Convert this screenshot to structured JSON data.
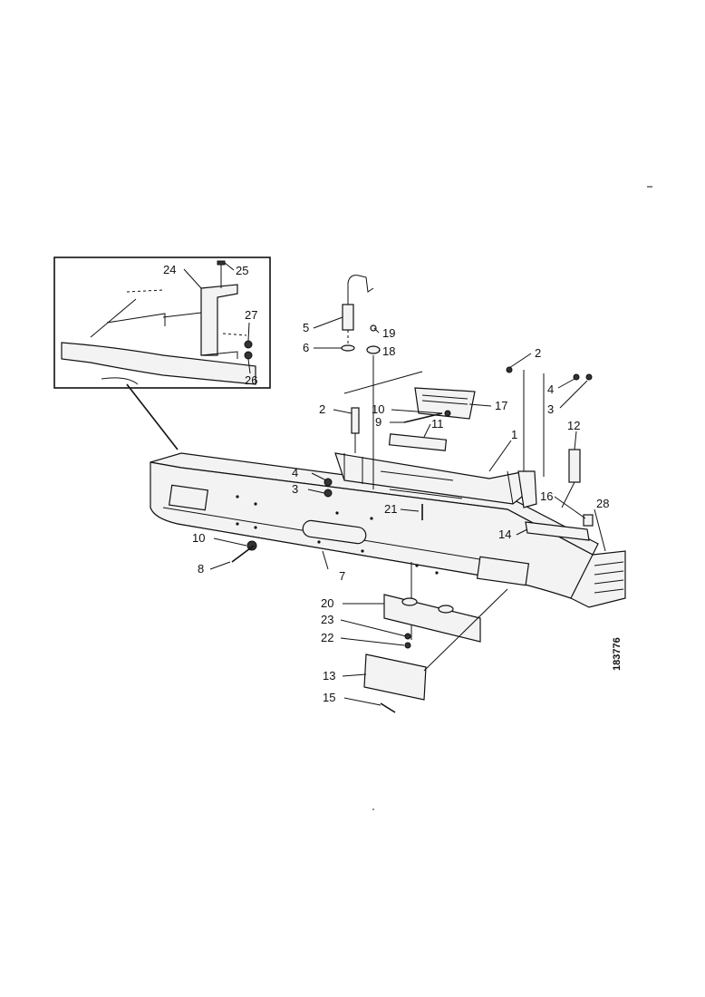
{
  "drawing": {
    "reference_number": "183776",
    "callouts": [
      {
        "id": "c24",
        "text": "24"
      },
      {
        "id": "c25",
        "text": "25"
      },
      {
        "id": "c27",
        "text": "27"
      },
      {
        "id": "c26",
        "text": "26"
      },
      {
        "id": "c5",
        "text": "5"
      },
      {
        "id": "c6",
        "text": "6"
      },
      {
        "id": "c19",
        "text": "19"
      },
      {
        "id": "c18",
        "text": "18"
      },
      {
        "id": "c2a",
        "text": "2"
      },
      {
        "id": "c2b",
        "text": "2"
      },
      {
        "id": "c4a",
        "text": "4"
      },
      {
        "id": "c3a",
        "text": "3"
      },
      {
        "id": "c4b",
        "text": "4"
      },
      {
        "id": "c3b",
        "text": "3"
      },
      {
        "id": "c10a",
        "text": "10"
      },
      {
        "id": "c9",
        "text": "9"
      },
      {
        "id": "c11",
        "text": "11"
      },
      {
        "id": "c17",
        "text": "17"
      },
      {
        "id": "c1",
        "text": "1"
      },
      {
        "id": "c12",
        "text": "12"
      },
      {
        "id": "c21",
        "text": "21"
      },
      {
        "id": "c16",
        "text": "16"
      },
      {
        "id": "c28",
        "text": "28"
      },
      {
        "id": "c14",
        "text": "14"
      },
      {
        "id": "c10b",
        "text": "10"
      },
      {
        "id": "c8",
        "text": "8"
      },
      {
        "id": "c7",
        "text": "7"
      },
      {
        "id": "c20",
        "text": "20"
      },
      {
        "id": "c23",
        "text": "23"
      },
      {
        "id": "c22",
        "text": "22"
      },
      {
        "id": "c13",
        "text": "13"
      },
      {
        "id": "c15",
        "text": "15"
      }
    ]
  }
}
